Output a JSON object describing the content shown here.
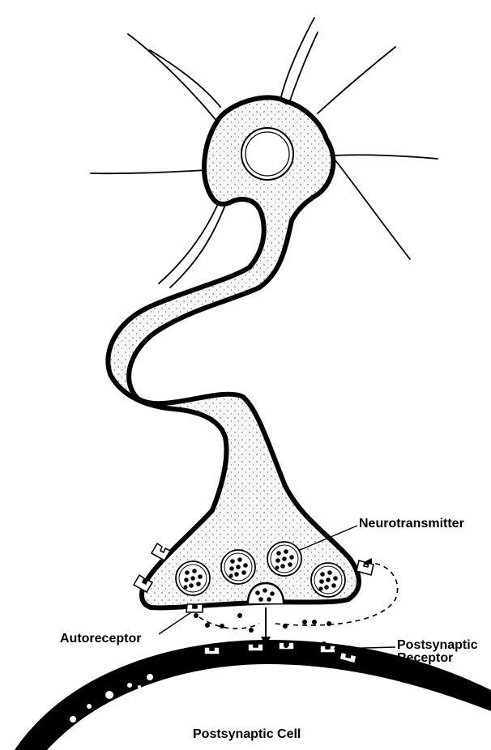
{
  "labels": {
    "neurotransmitter": "Neurotransmitter",
    "autoreceptor": "Autoreceptor",
    "postsynaptic_receptor_line1": "Postsynaptic",
    "postsynaptic_receptor_line2": "Receptor",
    "postsynaptic_cell": "Postsynaptic Cell"
  },
  "colors": {
    "ink": "#000000",
    "fill": "#f4f4f4",
    "background": "#ffffff"
  }
}
